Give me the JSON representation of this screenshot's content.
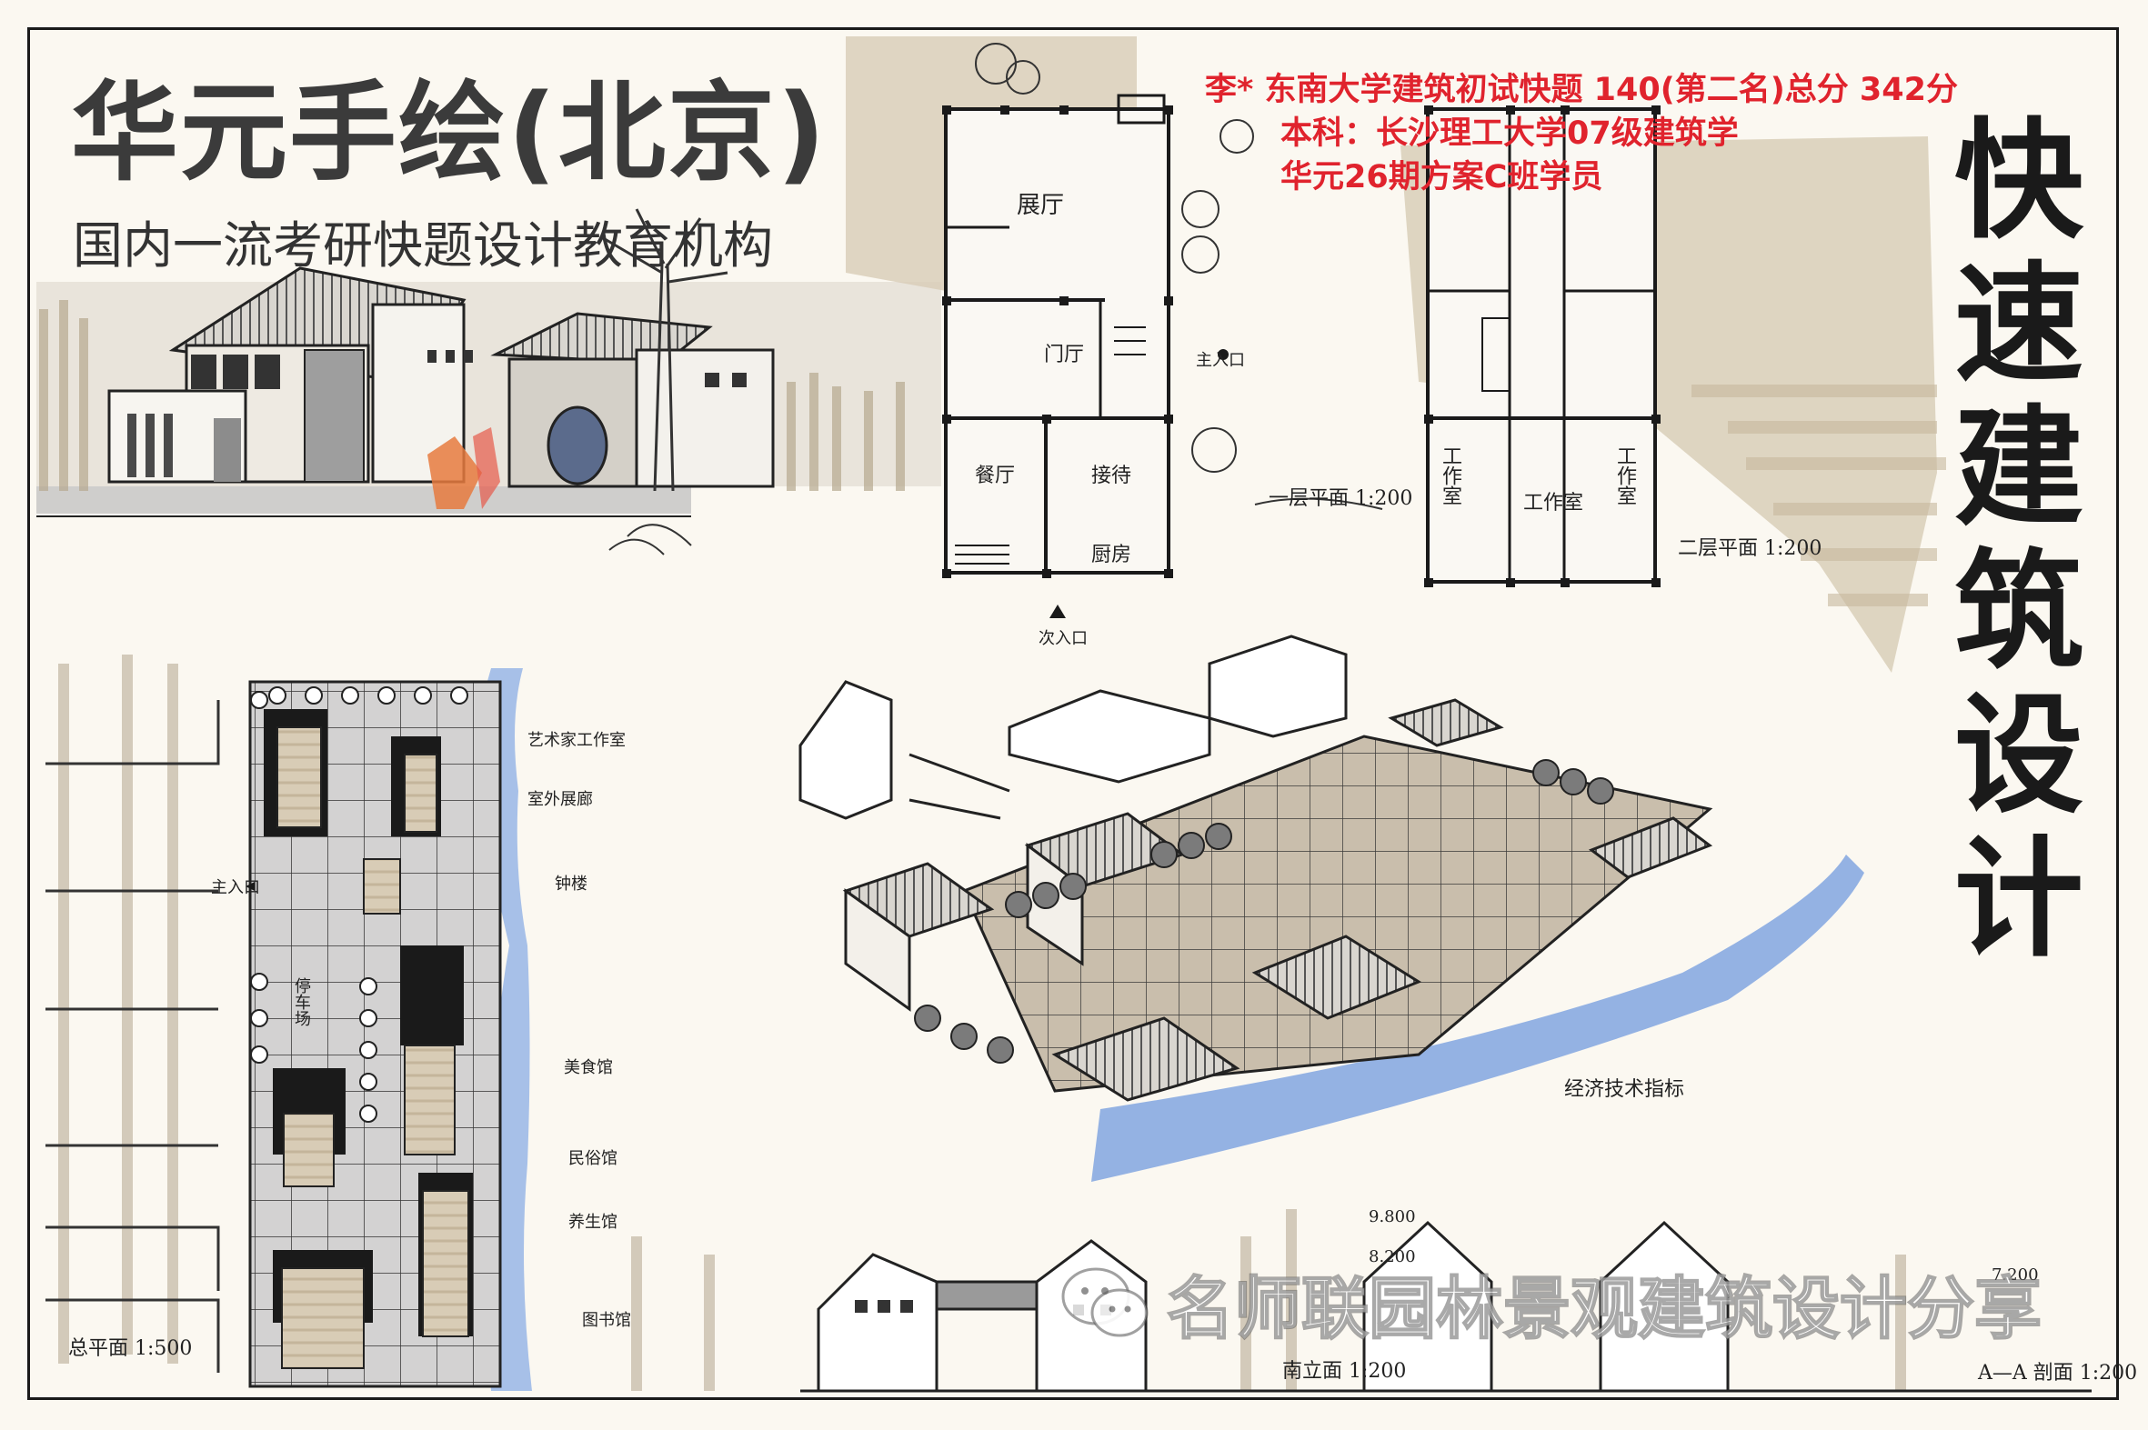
{
  "brand": {
    "title": "华元手绘(北京)",
    "subtitle": "国内一流考研快题设计教育机构"
  },
  "credits": {
    "line1": "李* 东南大学建筑初试快题 140(第二名)总分 342分",
    "line2": "本科：长沙理工大学07级建筑学",
    "line3": "华元26期方案C班学员"
  },
  "vertical_title": [
    "快",
    "速",
    "建",
    "筑",
    "设",
    "计"
  ],
  "floor_plan_1": {
    "title": "一层平面 1:200",
    "rooms": [
      "展厅",
      "门厅",
      "餐厅",
      "接待",
      "厨房"
    ],
    "entrance_side": "主入口",
    "entrance_bottom": "次入口"
  },
  "floor_plan_2": {
    "title": "二层平面 1:200",
    "rooms": [
      "工作室",
      "工作室",
      "工作室"
    ]
  },
  "site_plan": {
    "title": "总平面 1:500",
    "entrance": "主入口",
    "plaza": "停车场",
    "labels": [
      "艺术家工作室",
      "室外展廊",
      "钟楼",
      "美食馆",
      "民俗馆",
      "养生馆",
      "图书馆"
    ]
  },
  "axon": {
    "caption": "经济技术指标"
  },
  "elevation": {
    "title": "南立面 1:200",
    "dims": [
      "9.800",
      "8.200"
    ]
  },
  "section": {
    "title": "A—A 剖面 1:200",
    "dims": [
      "7.200"
    ]
  },
  "watermark": {
    "text": "名师联园林景观建筑设计分享",
    "icon": "wechat-icon"
  },
  "colors": {
    "ink": "#1a1a1a",
    "marker_tan": "#cfc3ae",
    "marker_grey": "#b9b7b3",
    "water_blue": "#9ab6e3",
    "credit_red": "#e0232d",
    "paper": "#fbf8f1"
  }
}
